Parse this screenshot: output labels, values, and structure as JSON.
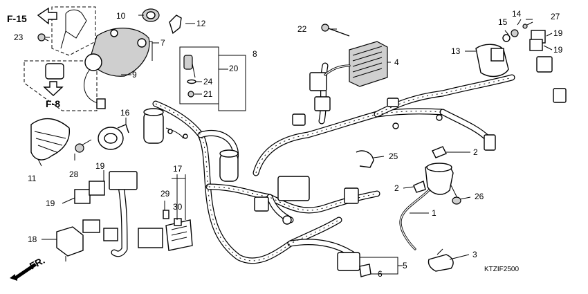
{
  "diagram_code": "KTZIF2500",
  "direction_label": "FR.",
  "refs": {
    "f15": "F-15",
    "f8": "F-8"
  },
  "callouts": {
    "c1": "1",
    "c2a": "2",
    "c2b": "2",
    "c3": "3",
    "c4": "4",
    "c5": "5",
    "c6": "6",
    "c7": "7",
    "c8": "8",
    "c9": "9",
    "c10": "10",
    "c11": "11",
    "c12": "12",
    "c13": "13",
    "c14": "14",
    "c15": "15",
    "c16": "16",
    "c17": "17",
    "c18": "18",
    "c19a": "19",
    "c19b": "19",
    "c19c": "19",
    "c19d": "19",
    "c20": "20",
    "c21": "21",
    "c22": "22",
    "c23": "23",
    "c24": "24",
    "c25": "25",
    "c26": "26",
    "c27": "27",
    "c28": "28",
    "c29": "29",
    "c30": "30"
  }
}
